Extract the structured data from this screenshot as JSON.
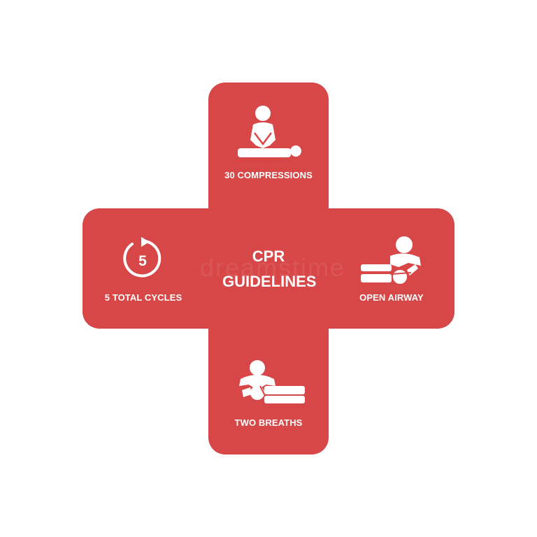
{
  "colors": {
    "cross_red": "#d74748",
    "foreground": "#ffffff",
    "background": "#ffffff"
  },
  "title": {
    "line1": "CPR",
    "line2": "GUIDELINES"
  },
  "steps": {
    "top": {
      "label": "30 COMPRESSIONS",
      "icon": "chest-compression-icon"
    },
    "right": {
      "label": "OPEN AIRWAY",
      "icon": "head-tilt-icon"
    },
    "bottom": {
      "label": "TWO BREATHS",
      "icon": "rescue-breath-icon"
    },
    "left": {
      "label": "5 TOTAL CYCLES",
      "icon": "cycle-icon",
      "icon_number": "5"
    }
  }
}
